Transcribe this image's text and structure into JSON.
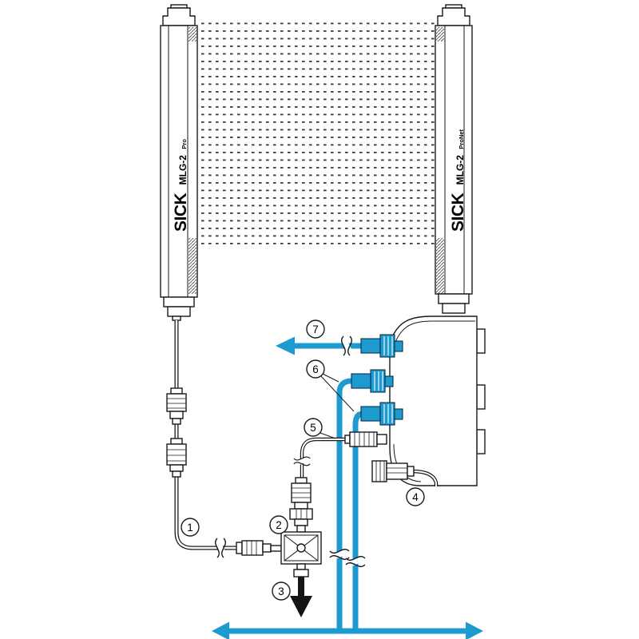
{
  "diagram": {
    "devices": {
      "left": {
        "brand": "SICK",
        "model": "MLG-2",
        "variant": "Pro"
      },
      "right": {
        "brand": "SICK",
        "model": "MLG-2",
        "variant": "ProNet"
      }
    },
    "callouts": {
      "1": "1",
      "2": "2",
      "3": "3",
      "4": "4",
      "5": "5",
      "6": "6",
      "7": "7"
    },
    "colors": {
      "cable": "#1d9bd1",
      "line": "#1a1a1a",
      "beam_dot": "#3a3a3a"
    }
  }
}
